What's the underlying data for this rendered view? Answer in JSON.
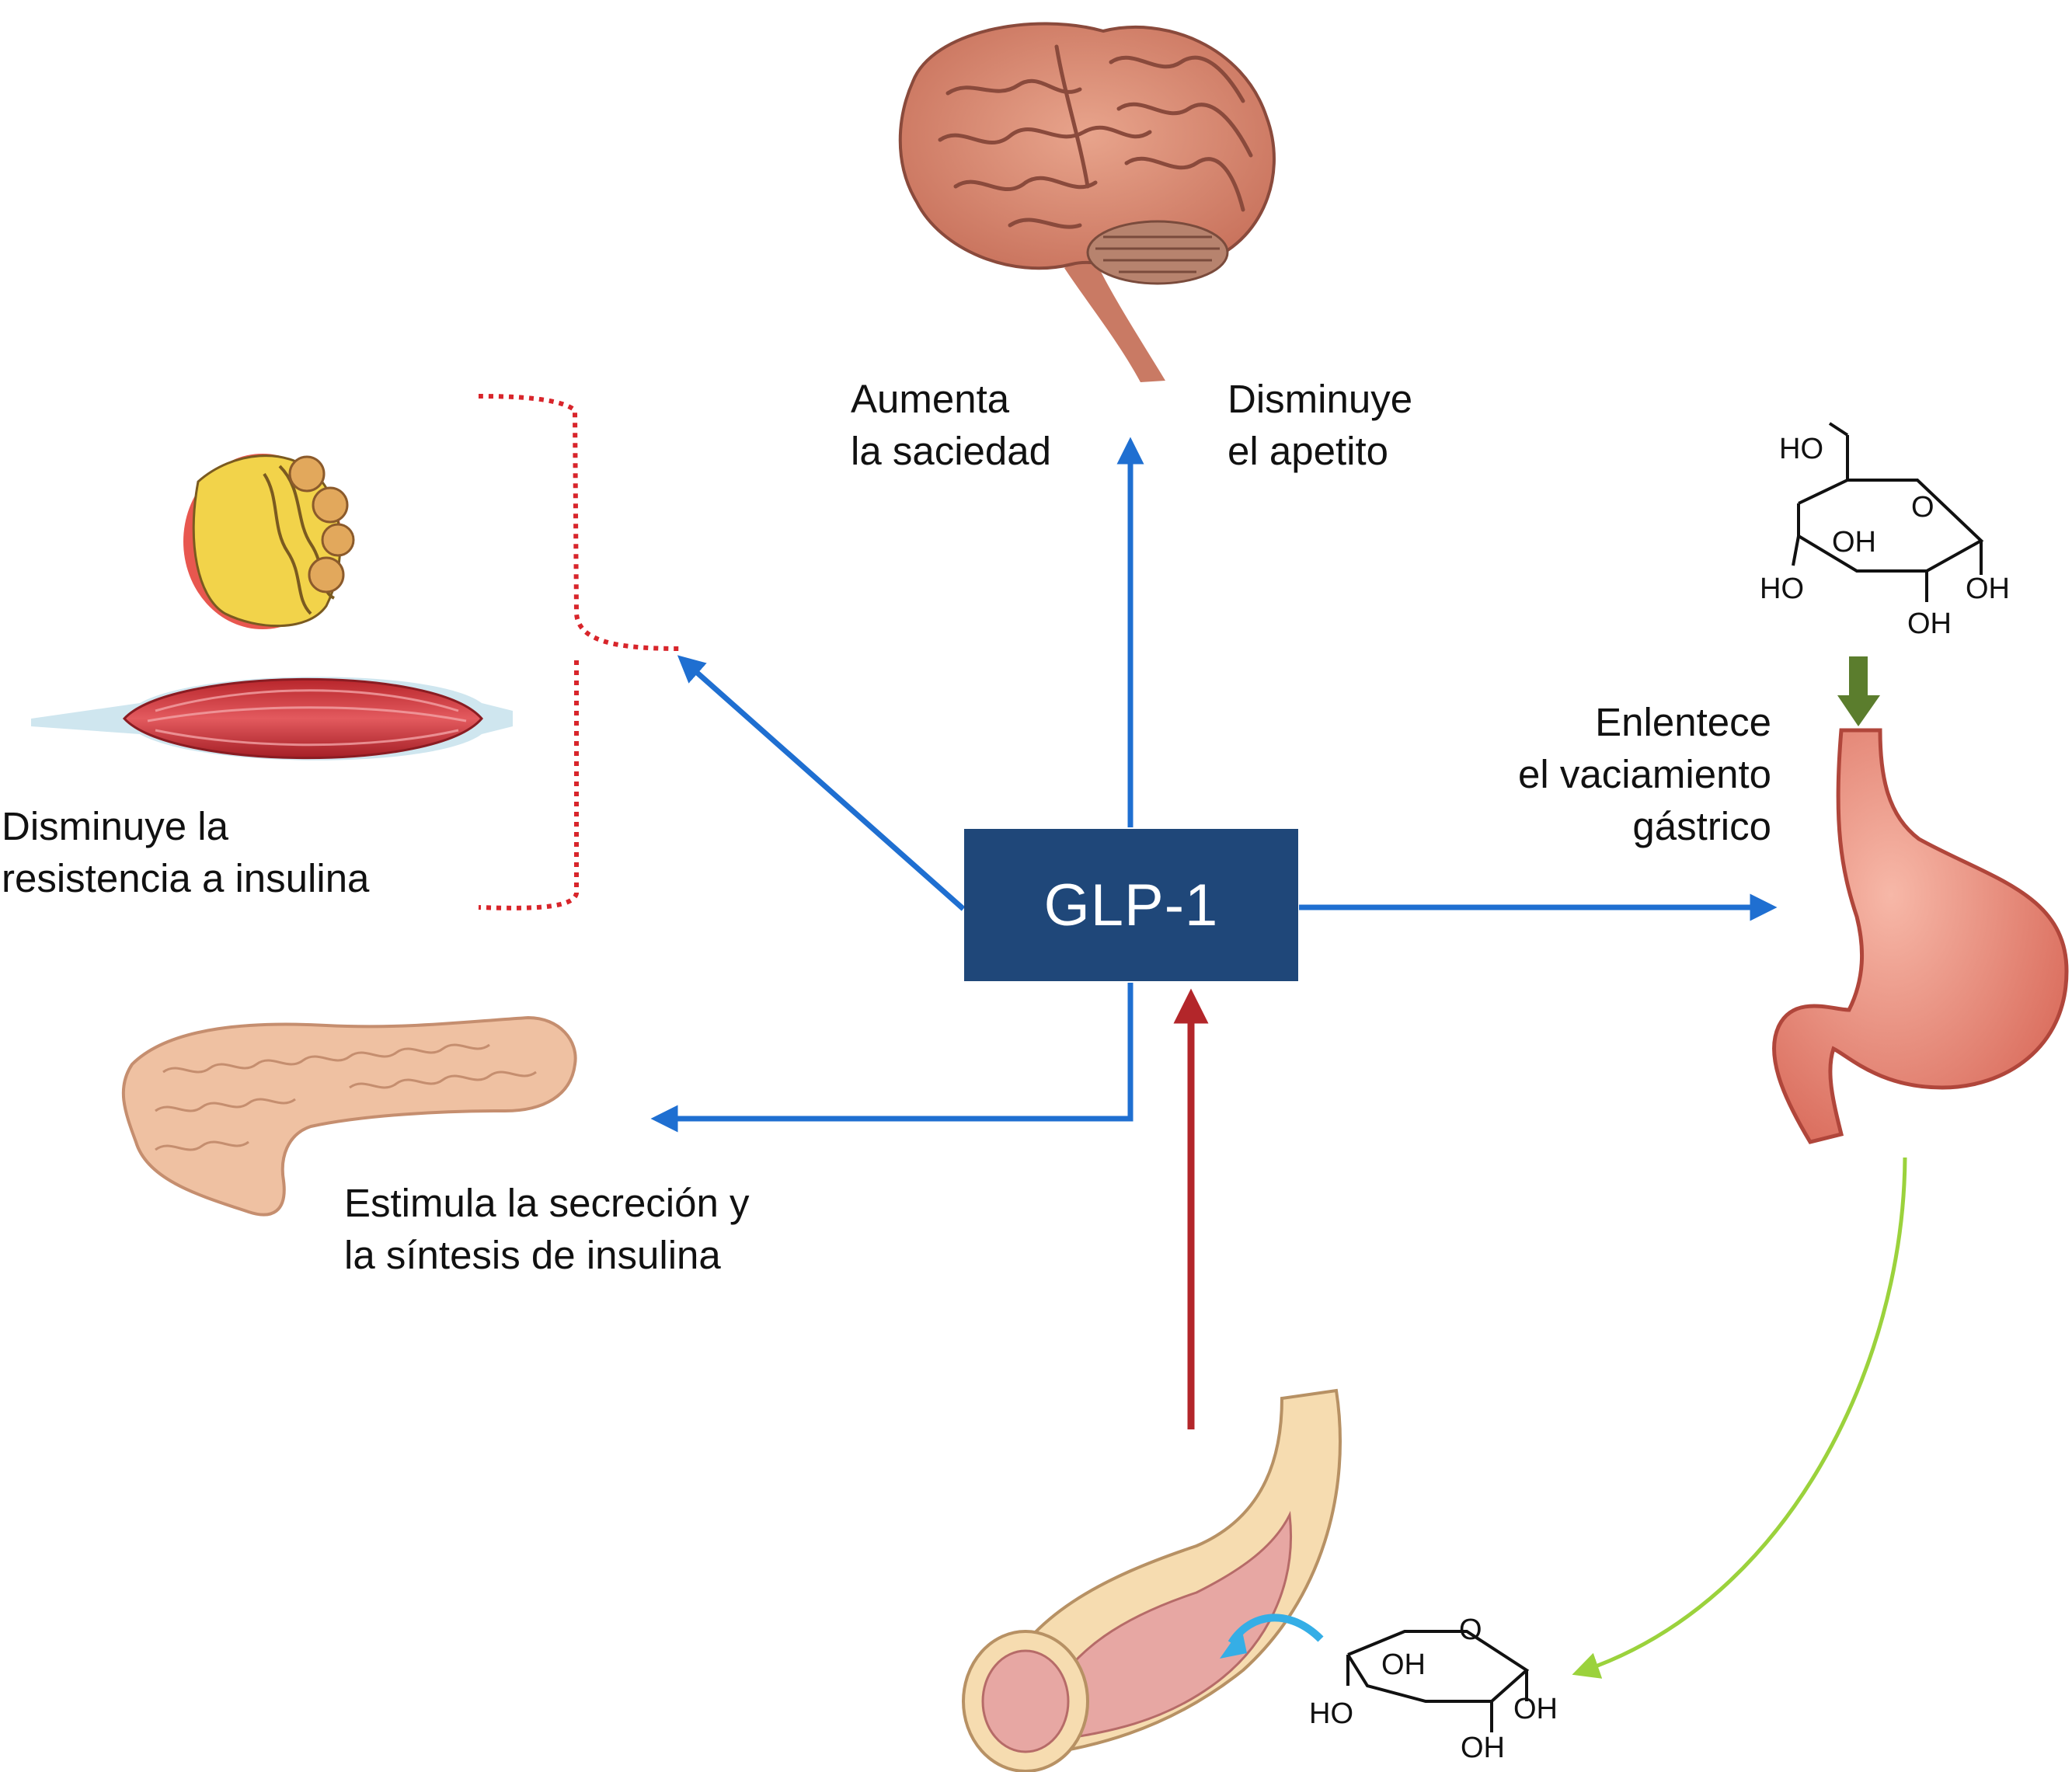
{
  "colors": {
    "blue_arrow": "#1f6fd1",
    "red_arrow": "#b3262a",
    "green_arrow": "#9bd23c",
    "dark_green_arrow": "#5b7d2d",
    "glp_box": "#1f4779",
    "dotted_bracket": "#d8252b"
  },
  "center": {
    "label": "GLP-1"
  },
  "labels": {
    "brain_left": [
      "Aumenta",
      "la saciedad"
    ],
    "brain_right": [
      "Disminuye",
      "el apetito"
    ],
    "muscle": [
      "Disminuye la",
      "resistencia a insulina"
    ],
    "pancreas": [
      "Estimula la secreción y",
      "la síntesis de insulina"
    ],
    "stomach": [
      "Enlentece",
      "el vaciamiento",
      "gástrico"
    ]
  },
  "glucose_top": {
    "HO_top": "HO",
    "O": "O",
    "OH_inner": "OH",
    "HO_left": "HO",
    "OH_right": "OH",
    "OH_bottom": "OH"
  },
  "glucose_bottom": {
    "O": "O",
    "OH_inner": "OH",
    "HO_left": "HO",
    "OH_right": "OH",
    "OH_bottom": "OH"
  },
  "icons": [
    "brain-icon",
    "adipose-tissue-icon",
    "muscle-icon",
    "pancreas-icon",
    "stomach-icon",
    "intestine-icon",
    "glucose-molecule-icon"
  ]
}
